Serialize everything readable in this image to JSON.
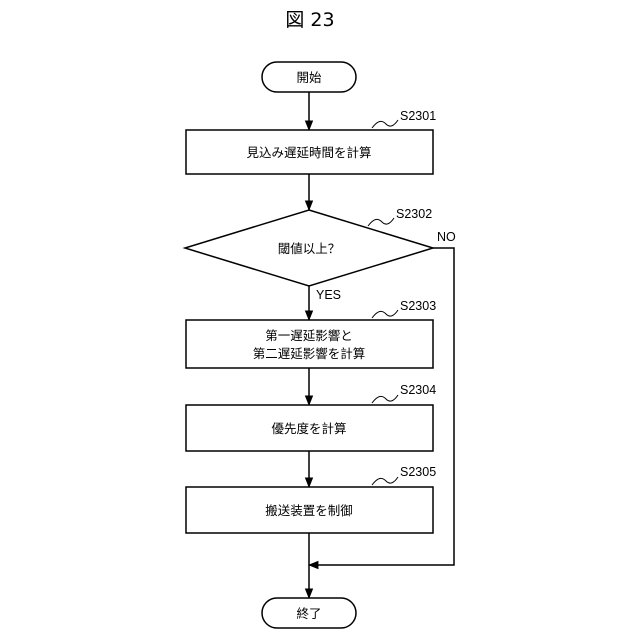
{
  "figure": {
    "title": "図 23"
  },
  "nodes": {
    "start": {
      "label": "開始"
    },
    "s2301": {
      "step": "S2301",
      "label": "見込み遅延時間を計算"
    },
    "s2302": {
      "step": "S2302",
      "label": "閾値以上？"
    },
    "s2303": {
      "step": "S2303",
      "line1": "第一遅延影響と",
      "line2": "第二遅延影響を計算"
    },
    "s2304": {
      "step": "S2304",
      "label": "優先度を計算"
    },
    "s2305": {
      "step": "S2305",
      "label": "搬送装置を制御"
    },
    "end": {
      "label": "終了"
    }
  },
  "branches": {
    "yes": "YES",
    "no": "NO"
  }
}
